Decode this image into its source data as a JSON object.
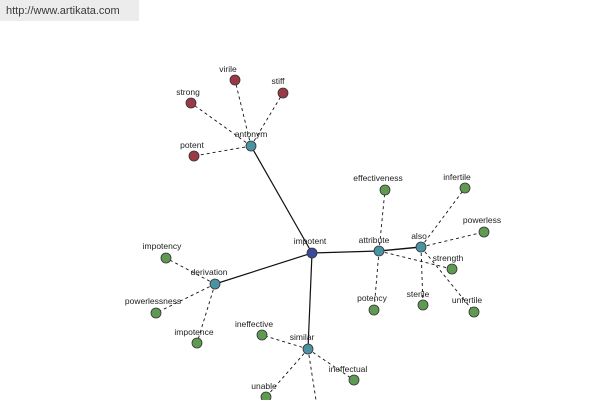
{
  "header": {
    "url": "http://www.artikata.com"
  },
  "colors": {
    "center": "#3a4a9a",
    "relation": "#4a93a3",
    "synonym": "#5f9a52",
    "antonym": "#9a3a46",
    "edge_solid": "#111111",
    "edge_dashed": "#111111"
  },
  "graph": {
    "center": {
      "id": "impotent",
      "label": "impotent"
    },
    "relations": [
      {
        "id": "antonym",
        "label": "antonym",
        "icon": "relation-node-icon"
      },
      {
        "id": "attribute",
        "label": "attribute",
        "icon": "relation-node-icon"
      },
      {
        "id": "also",
        "label": "also",
        "icon": "relation-node-icon"
      },
      {
        "id": "derivation",
        "label": "derivation",
        "icon": "relation-node-icon"
      },
      {
        "id": "similar",
        "label": "similar",
        "icon": "relation-node-icon"
      }
    ],
    "terms": [
      {
        "id": "virile",
        "label": "virile",
        "parent": "antonym",
        "kind": "antonym"
      },
      {
        "id": "stiff",
        "label": "stiff",
        "parent": "antonym",
        "kind": "antonym"
      },
      {
        "id": "strong",
        "label": "strong",
        "parent": "antonym",
        "kind": "antonym"
      },
      {
        "id": "potent",
        "label": "potent",
        "parent": "antonym",
        "kind": "antonym"
      },
      {
        "id": "effectiveness",
        "label": "effectiveness",
        "parent": "attribute",
        "kind": "synonym"
      },
      {
        "id": "potency",
        "label": "potency",
        "parent": "attribute",
        "kind": "synonym"
      },
      {
        "id": "strength",
        "label": "strength",
        "parent": "attribute",
        "kind": "synonym"
      },
      {
        "id": "infertile",
        "label": "infertile",
        "parent": "also",
        "kind": "synonym"
      },
      {
        "id": "powerless",
        "label": "powerless",
        "parent": "also",
        "kind": "synonym"
      },
      {
        "id": "sterile",
        "label": "sterile",
        "parent": "also",
        "kind": "synonym"
      },
      {
        "id": "unfertile",
        "label": "unfertile",
        "parent": "also",
        "kind": "synonym"
      },
      {
        "id": "impotency",
        "label": "impotency",
        "parent": "derivation",
        "kind": "synonym"
      },
      {
        "id": "powerlessness",
        "label": "powerlessness",
        "parent": "derivation",
        "kind": "synonym"
      },
      {
        "id": "impotence",
        "label": "impotence",
        "parent": "derivation",
        "kind": "synonym"
      },
      {
        "id": "ineffective",
        "label": "ineffective",
        "parent": "similar",
        "kind": "synonym"
      },
      {
        "id": "ineffectual",
        "label": "ineffectual",
        "parent": "similar",
        "kind": "synonym"
      },
      {
        "id": "unable",
        "label": "unable",
        "parent": "similar",
        "kind": "synonym"
      }
    ]
  }
}
